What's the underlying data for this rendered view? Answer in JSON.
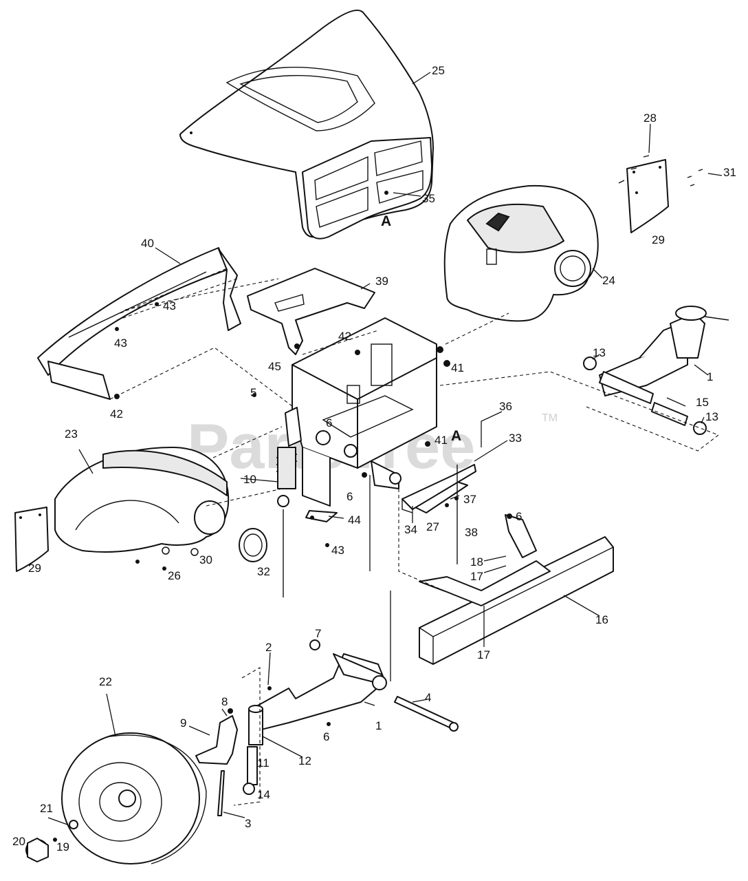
{
  "watermark": {
    "text": "PartsTree",
    "trademark": "TM"
  },
  "reference_letter": "A",
  "callouts": {
    "c1a": "1",
    "c1b": "1",
    "c2": "2",
    "c3": "3",
    "c4": "4",
    "c5": "5",
    "c6a": "6",
    "c6b": "6",
    "c6c": "6",
    "c6d": "6",
    "c7": "7",
    "c8": "8",
    "c9": "9",
    "c10": "10",
    "c11": "11",
    "c12": "12",
    "c13a": "13",
    "c13b": "13",
    "c14": "14",
    "c15": "15",
    "c16": "16",
    "c17a": "17",
    "c17b": "17",
    "c18": "18",
    "c19": "19",
    "c20": "20",
    "c21": "21",
    "c22": "22",
    "c23": "23",
    "c24": "24",
    "c25": "25",
    "c26": "26",
    "c27": "27",
    "c28": "28",
    "c29a": "29",
    "c29b": "29",
    "c30": "30",
    "c31": "31",
    "c32": "32",
    "c33": "33",
    "c34": "34",
    "c35": "35",
    "c36": "36",
    "c37": "37",
    "c38": "38",
    "c39": "39",
    "c40": "40",
    "c41a": "41",
    "c41b": "41",
    "c42a": "42",
    "c42b": "42",
    "c43a": "43",
    "c43b": "43",
    "c43c": "43",
    "c44": "44",
    "c45": "45",
    "refA1": "A",
    "refA2": "A"
  }
}
